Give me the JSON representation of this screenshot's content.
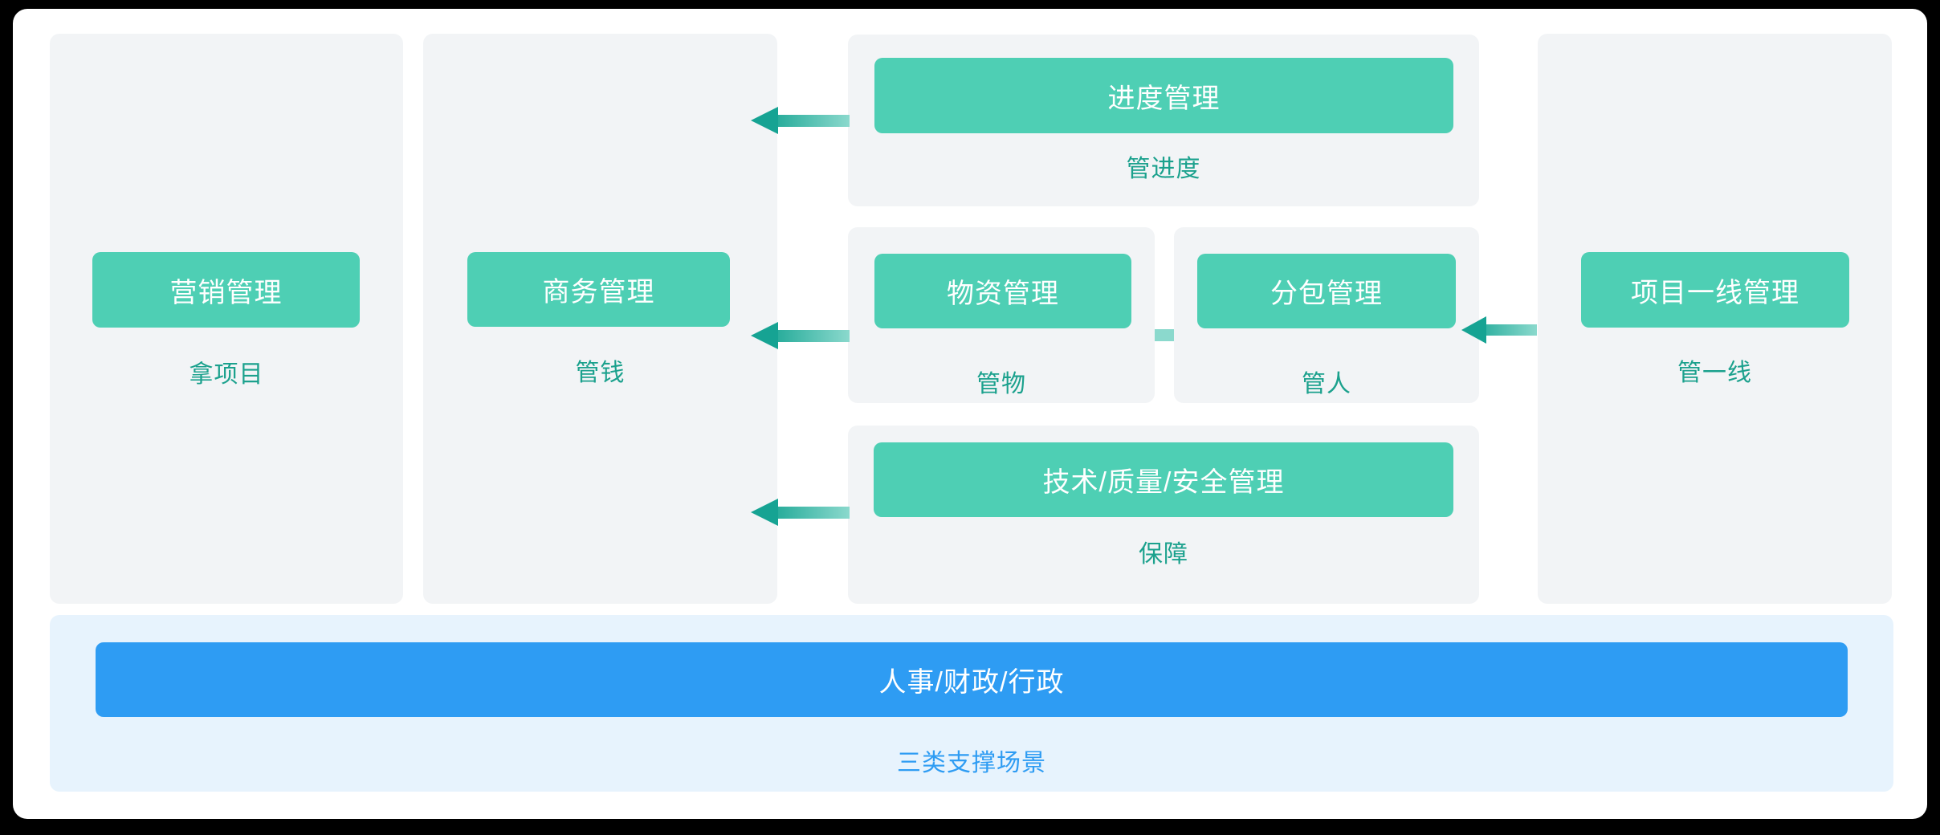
{
  "diagram": {
    "nodes": {
      "marketing": {
        "title": "营销管理",
        "caption": "拿项目"
      },
      "business": {
        "title": "商务管理",
        "caption": "管钱"
      },
      "progress": {
        "title": "进度管理",
        "caption": "管进度"
      },
      "materials": {
        "title": "物资管理",
        "caption": "管物"
      },
      "subcontract": {
        "title": "分包管理",
        "caption": "管人"
      },
      "quality": {
        "title": "技术/质量/安全管理",
        "caption": "保障"
      },
      "frontline": {
        "title": "项目一线管理",
        "caption": "管一线"
      }
    },
    "support": {
      "title": "人事/财政/行政",
      "caption": "三类支撑场景"
    },
    "colors": {
      "node_green": "#4ECFB4",
      "caption_teal": "#1BA18D",
      "arrow_dark_teal": "#16A393",
      "arrow_light_teal": "#8BD9CD",
      "panel_gray": "#F2F4F6",
      "support_panel_blue": "#E7F3FD",
      "support_bar_blue": "#2E9CF3",
      "card_white": "#FFFFFF",
      "background_black": "#000000"
    }
  }
}
